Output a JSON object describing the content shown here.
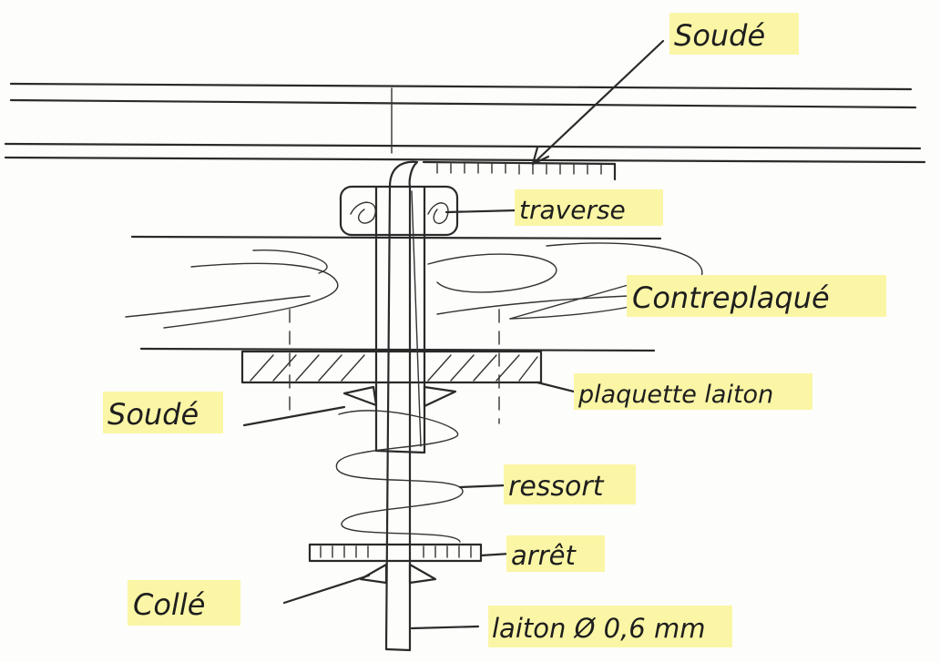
{
  "labels": {
    "soude_top": "Soudé",
    "traverse": "traverse",
    "contreplaque": "Contreplaqué",
    "plaquette": "plaquette laiton",
    "soude_left": "Soudé",
    "ressort": "ressort",
    "arret": "arrêt",
    "colle": "Collé",
    "laiton": "laiton Ø 0,6 mm"
  },
  "colors": {
    "highlight": "#fbf6a6",
    "ink": "#2a2a2a"
  }
}
